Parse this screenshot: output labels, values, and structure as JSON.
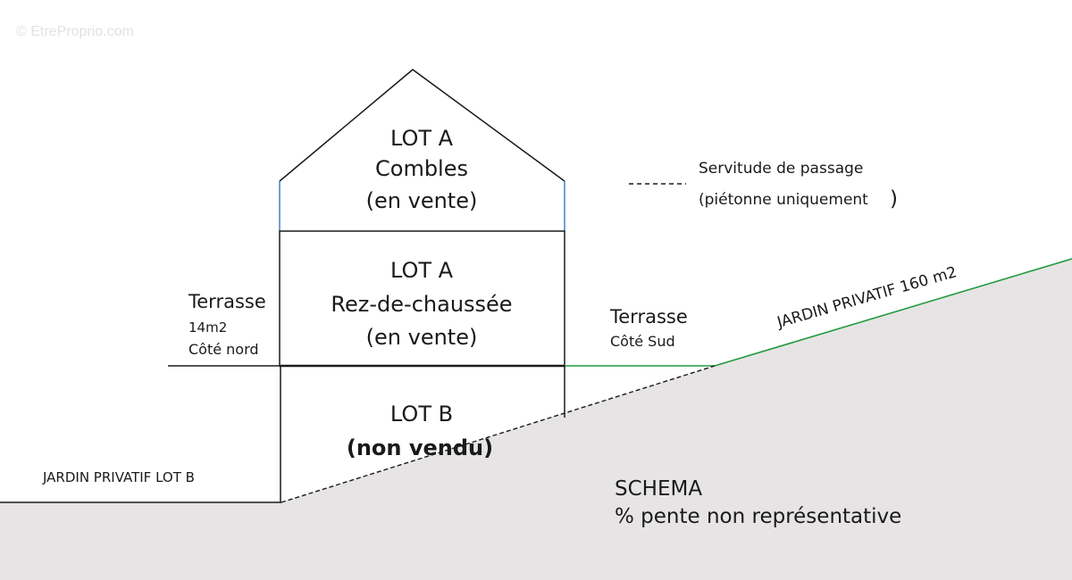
{
  "watermark": "© EtreProprio.com",
  "lots": {
    "combles": [
      "LOT A",
      "Combles",
      "(en vente)"
    ],
    "rdc": [
      "LOT A",
      "Rez-de-chaussée",
      "(en vente)"
    ],
    "lot_b": [
      "LOT B",
      "(non vendu)"
    ]
  },
  "legend": {
    "line1": "Servitude de passage",
    "line2": "(piétonne uniquement",
    "line2_close": ")"
  },
  "terrasse_nord": {
    "title": "Terrasse",
    "area": "14m2",
    "side": "Côté nord"
  },
  "terrasse_sud": {
    "title": "Terrasse",
    "side": "Côté Sud"
  },
  "jardin_a": "JARDIN PRIVATIF 160 m2",
  "jardin_b": "JARDIN PRIVATIF  LOT B",
  "schema": {
    "title": "SCHEMA",
    "note": "% pente non représentative"
  },
  "colors": {
    "line": "#1a1a1a",
    "ground": "#e7e4e5",
    "garden_line": "#1f9a3c",
    "wall_accent": "#3a74c4"
  }
}
